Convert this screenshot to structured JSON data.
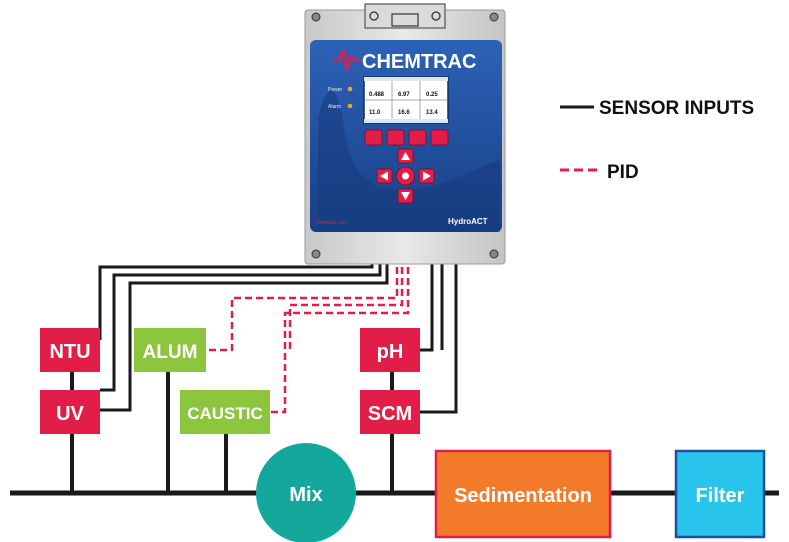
{
  "device": {
    "brand": "CHEMTRAC",
    "model": "HydroACT",
    "website": "chemtrac.com",
    "indicators": [
      "Power",
      "Alarm"
    ],
    "screen_cells": [
      {
        "value": "0.488"
      },
      {
        "value": "6.97"
      },
      {
        "value": "0.25"
      },
      {
        "value": "11.0"
      },
      {
        "value": "16.6"
      },
      {
        "value": "13.4"
      }
    ]
  },
  "legend": {
    "sensor_label": "SENSOR INPUTS",
    "pid_label": "PID"
  },
  "nodes": {
    "ntu": "NTU",
    "uv": "UV",
    "alum": "ALUM",
    "caustic": "CAUSTIC",
    "ph": "pH",
    "scm": "SCM",
    "mix": "Mix",
    "sedimentation": "Sedimentation",
    "filter": "Filter"
  },
  "colors": {
    "sensor_red": "#e11d48",
    "chem_green": "#8cc63f",
    "mix_teal": "#14a89c",
    "sed_orange": "#f47b2a",
    "filter_blue": "#29c4ec",
    "panel_blue": "#1f4fa3",
    "wire": "#222222"
  }
}
